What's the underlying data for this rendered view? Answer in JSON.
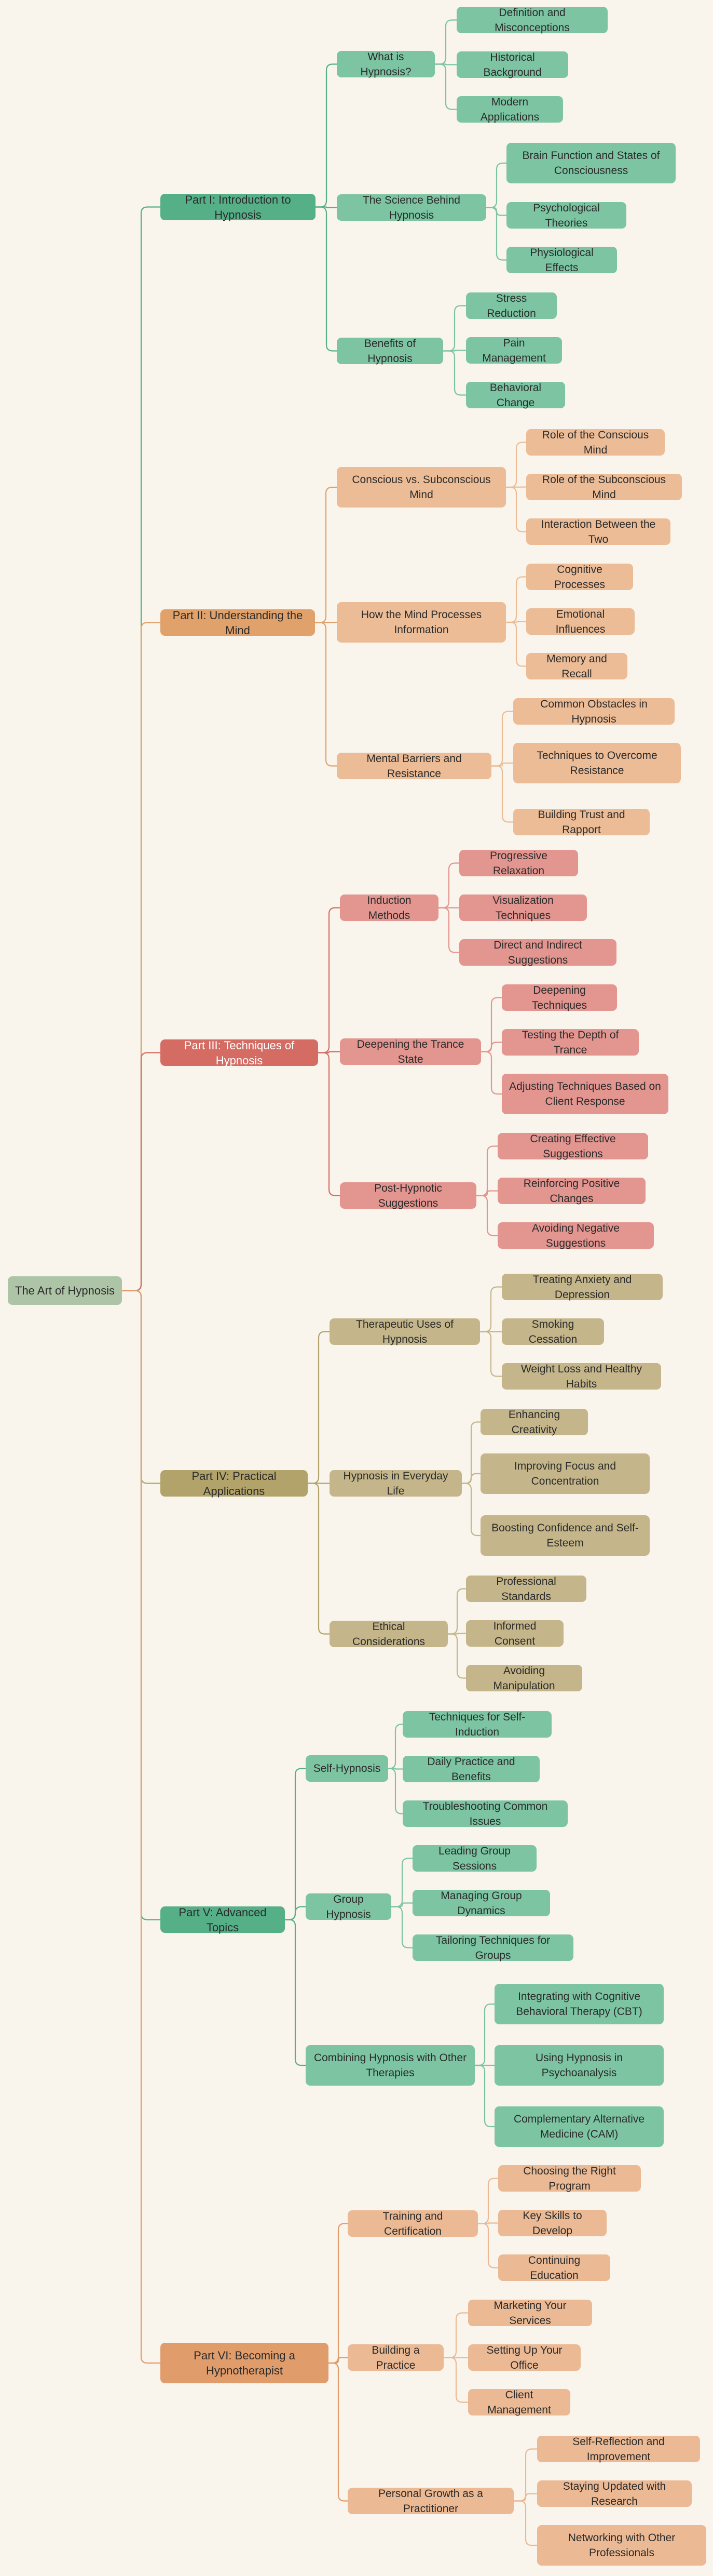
{
  "root": {
    "label": "The Art of Hypnosis"
  },
  "colors": {
    "root": "#aec4a6",
    "green_main": "#55b088",
    "green_sub": "#7cc4a2",
    "orange_main": "#e0a16a",
    "orange_sub": "#ecbc96",
    "red_main": "#d46c64",
    "red_sub": "#e39590",
    "olive_main": "#b1a36a",
    "olive_sub": "#c4b68a",
    "orange2_main": "#e19c6b",
    "orange2_sub": "#ebb994"
  },
  "parts": [
    {
      "id": "part1",
      "label": "Part I: Introduction to Hypnosis",
      "theme": "green",
      "sections": [
        {
          "label": "What is Hypnosis?",
          "topics": [
            "Definition and Misconceptions",
            "Historical Background",
            "Modern Applications"
          ]
        },
        {
          "label": "The Science Behind Hypnosis",
          "topics": [
            "Brain Function and States of Consciousness",
            "Psychological Theories",
            "Physiological Effects"
          ]
        },
        {
          "label": "Benefits of Hypnosis",
          "topics": [
            "Stress Reduction",
            "Pain Management",
            "Behavioral Change"
          ]
        }
      ]
    },
    {
      "id": "part2",
      "label": "Part II: Understanding the Mind",
      "theme": "orange",
      "sections": [
        {
          "label": "Conscious vs. Subconscious Mind",
          "topics": [
            "Role of the Conscious Mind",
            "Role of the Subconscious Mind",
            "Interaction Between the Two"
          ]
        },
        {
          "label": "How the Mind Processes Information",
          "topics": [
            "Cognitive Processes",
            "Emotional Influences",
            "Memory and Recall"
          ]
        },
        {
          "label": "Mental Barriers and Resistance",
          "topics": [
            "Common Obstacles in Hypnosis",
            "Techniques to Overcome Resistance",
            "Building Trust and Rapport"
          ]
        }
      ]
    },
    {
      "id": "part3",
      "label": "Part III: Techniques of Hypnosis",
      "theme": "red",
      "sections": [
        {
          "label": "Induction Methods",
          "topics": [
            "Progressive Relaxation",
            "Visualization Techniques",
            "Direct and Indirect Suggestions"
          ]
        },
        {
          "label": "Deepening the Trance State",
          "topics": [
            "Deepening Techniques",
            "Testing the Depth of Trance",
            "Adjusting Techniques Based on Client Response"
          ]
        },
        {
          "label": "Post-Hypnotic Suggestions",
          "topics": [
            "Creating Effective Suggestions",
            "Reinforcing Positive Changes",
            "Avoiding Negative Suggestions"
          ]
        }
      ]
    },
    {
      "id": "part4",
      "label": "Part IV: Practical Applications",
      "theme": "olive",
      "sections": [
        {
          "label": "Therapeutic Uses of Hypnosis",
          "topics": [
            "Treating Anxiety and Depression",
            "Smoking Cessation",
            "Weight Loss and Healthy Habits"
          ]
        },
        {
          "label": "Hypnosis in Everyday Life",
          "topics": [
            "Enhancing Creativity",
            "Improving Focus and Concentration",
            "Boosting Confidence and Self-Esteem"
          ]
        },
        {
          "label": "Ethical Considerations",
          "topics": [
            "Professional Standards",
            "Informed Consent",
            "Avoiding Manipulation"
          ]
        }
      ]
    },
    {
      "id": "part5",
      "label": "Part V: Advanced Topics",
      "theme": "green",
      "sections": [
        {
          "label": "Self-Hypnosis",
          "topics": [
            "Techniques for Self-Induction",
            "Daily Practice and Benefits",
            "Troubleshooting Common Issues"
          ]
        },
        {
          "label": "Group Hypnosis",
          "topics": [
            "Leading Group Sessions",
            "Managing Group Dynamics",
            "Tailoring Techniques for Groups"
          ]
        },
        {
          "label": "Combining Hypnosis with Other Therapies",
          "topics": [
            "Integrating with Cognitive Behavioral Therapy (CBT)",
            "Using Hypnosis in Psychoanalysis",
            "Complementary Alternative Medicine (CAM)"
          ]
        }
      ]
    },
    {
      "id": "part6",
      "label": "Part VI: Becoming a Hypnotherapist",
      "theme": "orange2",
      "sections": [
        {
          "label": "Training and Certification",
          "topics": [
            "Choosing the Right Program",
            "Key Skills to Develop",
            "Continuing Education"
          ]
        },
        {
          "label": "Building a Practice",
          "topics": [
            "Marketing Your Services",
            "Setting Up Your Office",
            "Client Management"
          ]
        },
        {
          "label": "Personal Growth as a Practitioner",
          "topics": [
            "Self-Reflection and Improvement",
            "Staying Updated with Research",
            "Networking with Other Professionals"
          ]
        }
      ]
    }
  ]
}
